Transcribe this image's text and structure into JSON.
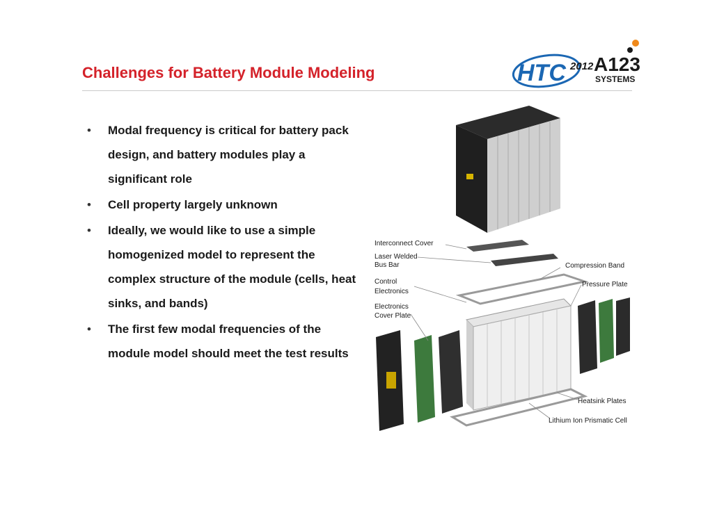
{
  "slide": {
    "title": "Challenges for Battery Module Modeling",
    "bullets": [
      {
        "text": "Modal frequency is critical for battery pack design, and battery modules play a significant role"
      },
      {
        "text": "Cell property largely unknown"
      },
      {
        "text": "Ideally, we would like to use a simple homogenized model to represent the complex structure of the module (cells, heat sinks, and bands)"
      },
      {
        "text": "The first few modal frequencies of the module model should meet the test results"
      }
    ]
  },
  "logos": {
    "htc_text": "HTC",
    "htc_year": "2012",
    "a123_text": "A123",
    "a123_sub": "SYSTEMS"
  },
  "figure_labels": {
    "interconnect_cover": "Interconnect Cover",
    "laser_welded_1": "Laser Welded",
    "laser_welded_2": "Bus Bar",
    "control_1": "Control",
    "control_2": "Electronics",
    "electronics_cover_1": "Electronics",
    "electronics_cover_2": "Cover Plate",
    "compression_band": "Compression Band",
    "pressure_plate": "Pressure Plate",
    "heatsink_plates": "Heatsink Plates",
    "lithium_cell": "Lithium Ion Prismatic Cell"
  },
  "colors": {
    "title": "#d4222a",
    "htc_blue": "#1b67b3",
    "a123_orange": "#f08a1c"
  }
}
